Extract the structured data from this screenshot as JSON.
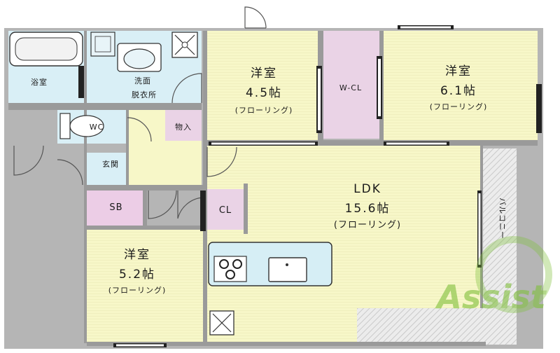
{
  "rooms": {
    "bath": "浴室",
    "washroom_line1": "洗面",
    "washroom_line2": "脱衣所",
    "wc": "WC",
    "storage": "物入",
    "entrance": "玄関",
    "sb": "SB",
    "cl": "CL",
    "wcl": "W-CL",
    "room45_name": "洋室",
    "room45_size": "4.5帖",
    "room45_floor": "(フローリング)",
    "room61_name": "洋室",
    "room61_size": "6.1帖",
    "room61_floor": "(フローリング)",
    "ldk_name": "LDK",
    "ldk_size": "15.6帖",
    "ldk_floor": "(フローリング)",
    "room52_name": "洋室",
    "room52_size": "5.2帖",
    "room52_floor": "(フローリング)",
    "balcony": "バルコニー"
  },
  "watermark": "Assist",
  "colors": {
    "room_fill": "#f7f7c8",
    "wet_fill": "#d9eff6",
    "closet_fill": "#ead3e6",
    "sb_fill": "#eccde6",
    "wall": "#9a9a9a",
    "balcony": "#e3e3e3",
    "counter": "#d6eef5",
    "watermark": "#7fbf3a"
  }
}
